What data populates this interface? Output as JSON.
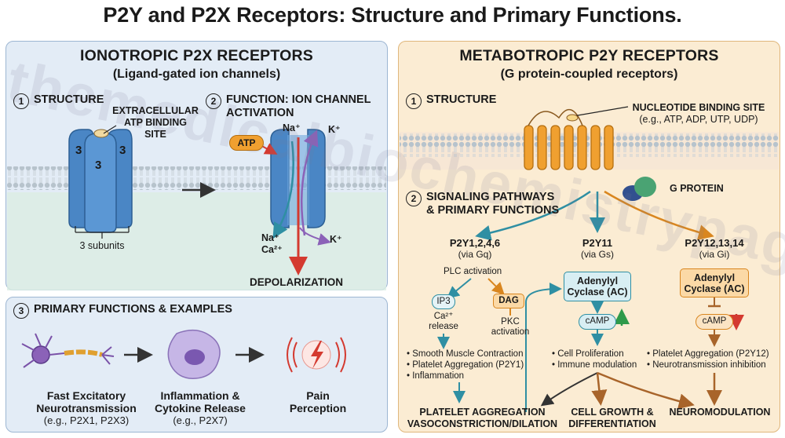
{
  "title": "P2Y and P2X Receptors: Structure and Primary Functions.",
  "watermark": "themedicalbiochemistrypage.org",
  "p2x": {
    "heading": "IONOTROPIC P2X RECEPTORS",
    "subheading": "(Ligand-gated ion channels)",
    "structure": {
      "num": "1",
      "title": "STRUCTURE",
      "binding_line1": "EXTRACELLULAR",
      "binding_line2": "ATP BINDING",
      "binding_line3": "SITE",
      "subunit_mark": "3",
      "subunits_label": "3 subunits"
    },
    "function": {
      "num": "2",
      "title_line1": "FUNCTION: ION CHANNEL",
      "title_line2": "ACTIVATION",
      "atp": "ATP",
      "na_in": "Na⁺",
      "k_out_top": "K⁺",
      "na_out": "Na⁺",
      "ca_out": "Ca²⁺",
      "k_bottom": "K⁺",
      "depolarization": "DEPOLARIZATION"
    },
    "primary": {
      "num": "3",
      "title": "PRIMARY FUNCTIONS & EXAMPLES",
      "items": [
        {
          "line1": "Fast Excitatory",
          "line2": "Neurotransmission",
          "line3": "(e.g., P2X1, P2X3)"
        },
        {
          "line1": "Inflammation &",
          "line2": "Cytokine Release",
          "line3": "(e.g., P2X7)"
        },
        {
          "line1": "Pain",
          "line2": "Perception",
          "line3": ""
        }
      ]
    }
  },
  "p2y": {
    "heading": "METABOTROPIC P2Y RECEPTORS",
    "subheading": "(G protein-coupled receptors)",
    "structure": {
      "num": "1",
      "title": "STRUCTURE",
      "binding_title": "NUCLEOTIDE BINDING SITE",
      "binding_eg": "(e.g., ATP, ADP, UTP, UDP)",
      "g_protein": "G PROTEIN"
    },
    "signaling": {
      "num": "2",
      "title_line1": "SIGNALING PATHWAYS",
      "title_line2": "& PRIMARY FUNCTIONS"
    },
    "gq": {
      "name": "P2Y1,2,4,6",
      "via": "(via Gq)",
      "plc": "PLC activation",
      "ip3": "IP3",
      "dag": "DAG",
      "ca_line1": "Ca²⁺",
      "ca_line2": "release",
      "pkc_line1": "PKC",
      "pkc_line2": "activation",
      "effects": [
        "• Smooth Muscle Contraction",
        "• Platelet Aggregation (P2Y1)",
        "• Inflammation"
      ]
    },
    "gs": {
      "name": "P2Y11",
      "via": "(via Gs)",
      "ac_line1": "Adenylyl",
      "ac_line2": "Cyclase (AC)",
      "camp": "cAMP",
      "effects": [
        "• Cell Proliferation",
        "• Immune modulation"
      ]
    },
    "gi": {
      "name": "P2Y12,13,14",
      "via": "(via Gi)",
      "ac_line1": "Adenylyl",
      "ac_line2": "Cyclase (AC)",
      "camp": "cAMP",
      "effects": [
        "• Platelet Aggregation (P2Y12)",
        "• Neurotransmission inhibition"
      ]
    },
    "outcomes": {
      "platelet": "PLATELET AGGREGATION",
      "vaso": "VASOCONSTRICTION/DILATION",
      "growth_line1": "CELL GROWTH &",
      "growth_line2": "DIFFERENTIATION",
      "neuro": "NEUROMODULATION"
    }
  },
  "colors": {
    "p2x_panel": "#e3ecf6",
    "p2y_panel": "#fbecd3",
    "receptor_blue": "#4a86c5",
    "receptor_orange": "#f0a030",
    "teal": "#2f8fa3",
    "orange_path": "#d9861f",
    "red": "#d43a30",
    "purple": "#8b62b8",
    "g_protein_green": "#4aa373",
    "g_protein_navy": "#32508f"
  }
}
